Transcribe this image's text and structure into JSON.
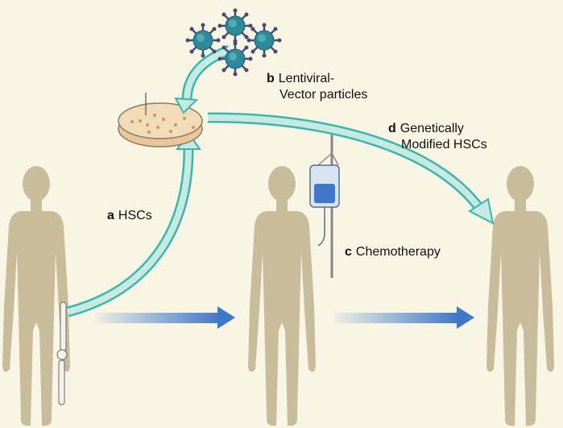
{
  "labels": {
    "a": {
      "letter": "a",
      "text": "HSCs"
    },
    "b": {
      "letter": "b",
      "line1": "Lentiviral-",
      "line2": "Vector particles"
    },
    "c": {
      "letter": "c",
      "text": "Chemotherapy"
    },
    "d": {
      "letter": "d",
      "line1": "Genetically",
      "line2": "Modified HSCs"
    }
  },
  "colors": {
    "background": "#f9f5e4",
    "figure": "#c9bc9b",
    "teal_arrow": "#3bb6ad",
    "teal_fill": "#c6e9e1",
    "blue_arrow": "#3f78c8",
    "virus": "#2c8a9a",
    "spikes": "#4a4a78"
  }
}
